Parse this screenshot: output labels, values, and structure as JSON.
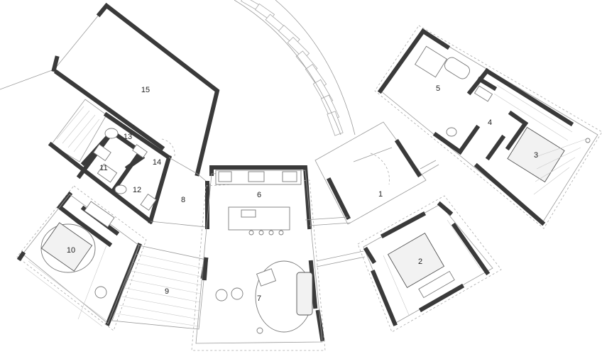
{
  "plan": {
    "rooms": [
      {
        "id": "room-1",
        "label": "1"
      },
      {
        "id": "room-2",
        "label": "2"
      },
      {
        "id": "room-3",
        "label": "3"
      },
      {
        "id": "room-4",
        "label": "4"
      },
      {
        "id": "room-5",
        "label": "5"
      },
      {
        "id": "room-6",
        "label": "6"
      },
      {
        "id": "room-7",
        "label": "7"
      },
      {
        "id": "room-8",
        "label": "8"
      },
      {
        "id": "room-9",
        "label": "9"
      },
      {
        "id": "room-10",
        "label": "10"
      },
      {
        "id": "room-11",
        "label": "11"
      },
      {
        "id": "room-12",
        "label": "12"
      },
      {
        "id": "room-13",
        "label": "13"
      },
      {
        "id": "room-14",
        "label": "14"
      },
      {
        "id": "room-15",
        "label": "15"
      }
    ]
  }
}
